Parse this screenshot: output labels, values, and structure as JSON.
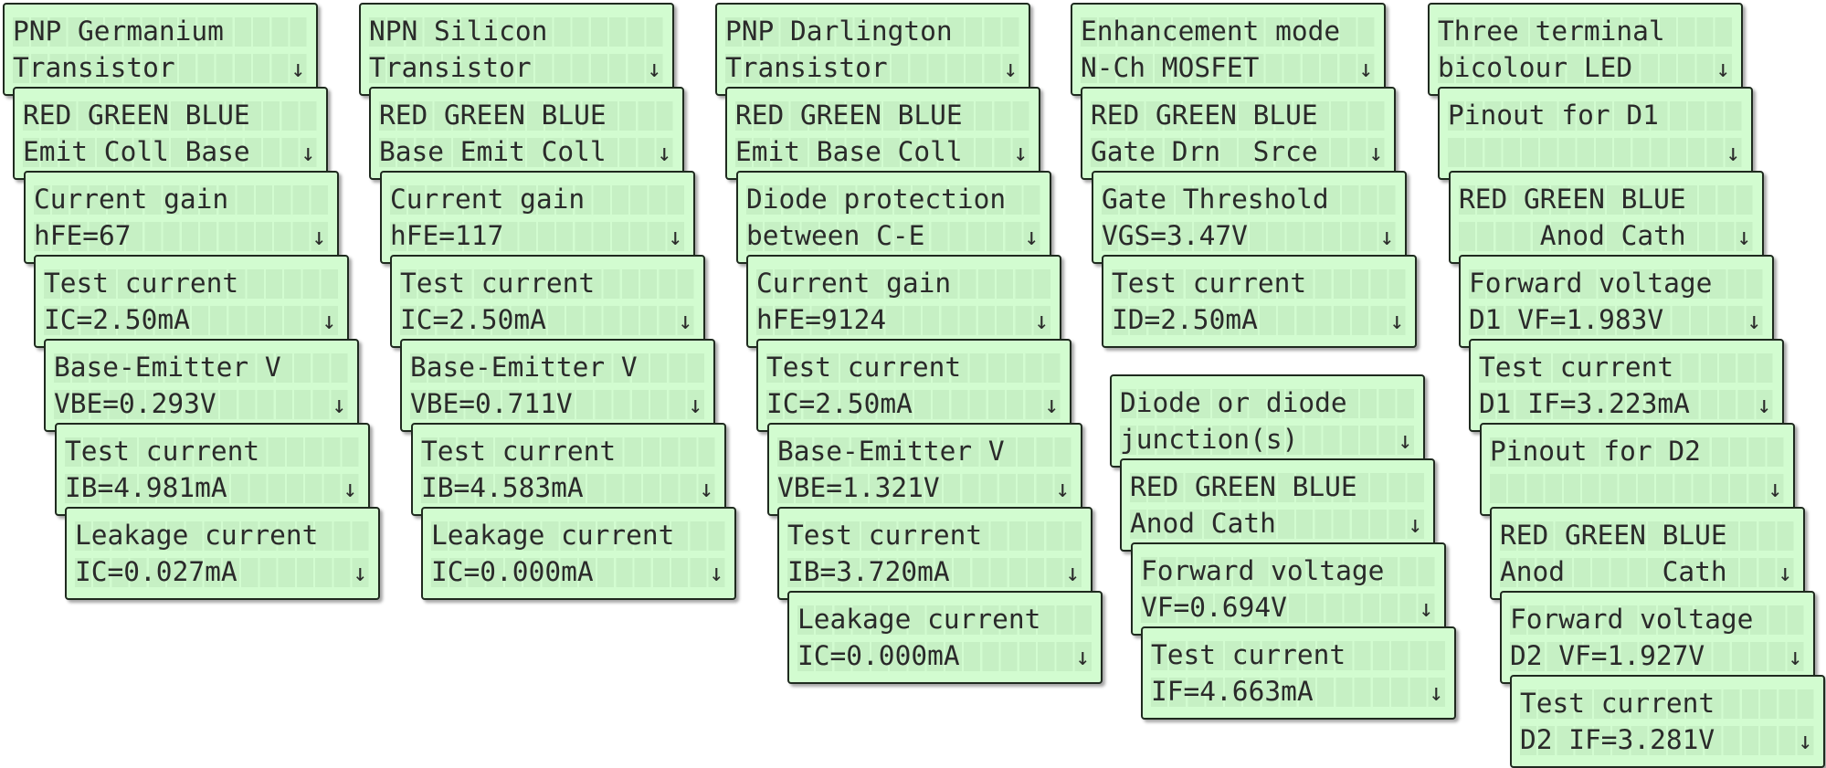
{
  "panels": [
    {
      "title": "PNP Germanium Transistor",
      "screens": [
        {
          "line1": "PNP Germanium",
          "line2": "Transistor"
        },
        {
          "line1": "RED GREEN BLUE",
          "line2": "Emit Coll Base"
        },
        {
          "line1": "Current gain",
          "line2": "hFE=67"
        },
        {
          "line1": "Test current",
          "line2": "IC=2.50mA"
        },
        {
          "line1": "Base-Emitter V",
          "line2": "VBE=0.293V"
        },
        {
          "line1": "Test current",
          "line2": "IB=4.981mA"
        },
        {
          "line1": "Leakage current",
          "line2": "IC=0.027mA"
        }
      ]
    },
    {
      "title": "NPN Silicon Transistor",
      "screens": [
        {
          "line1": "NPN Silicon",
          "line2": "Transistor"
        },
        {
          "line1": "RED GREEN BLUE",
          "line2": "Base Emit Coll"
        },
        {
          "line1": "Current gain",
          "line2": "hFE=117"
        },
        {
          "line1": "Test current",
          "line2": "IC=2.50mA"
        },
        {
          "line1": "Base-Emitter V",
          "line2": "VBE=0.711V"
        },
        {
          "line1": "Test current",
          "line2": "IB=4.583mA"
        },
        {
          "line1": "Leakage current",
          "line2": "IC=0.000mA"
        }
      ]
    },
    {
      "title": "PNP Darlington Transistor",
      "screens": [
        {
          "line1": "PNP Darlington",
          "line2": "Transistor"
        },
        {
          "line1": "RED GREEN BLUE",
          "line2": "Emit Base Coll"
        },
        {
          "line1": "Diode protection",
          "line2": "between C-E"
        },
        {
          "line1": "Current gain",
          "line2": "hFE=9124"
        },
        {
          "line1": "Test current",
          "line2": "IC=2.50mA"
        },
        {
          "line1": "Base-Emitter V",
          "line2": "VBE=1.321V"
        },
        {
          "line1": "Test current",
          "line2": "IB=3.720mA"
        },
        {
          "line1": "Leakage current",
          "line2": "IC=0.000mA"
        }
      ]
    },
    {
      "title": "Enhancement mode N-Ch MOSFET",
      "screens": [
        {
          "line1": "Enhancement mode",
          "line2": "N-Ch MOSFET"
        },
        {
          "line1": "RED GREEN BLUE",
          "line2": "Gate Drn  Srce"
        },
        {
          "line1": "Gate Threshold",
          "line2": "VGS=3.47V"
        },
        {
          "line1": "Test current",
          "line2": "ID=2.50mA"
        }
      ]
    },
    {
      "title": "Diode or diode junction(s)",
      "screens": [
        {
          "line1": "Diode or diode",
          "line2": "junction(s)"
        },
        {
          "line1": "RED GREEN BLUE",
          "line2": "Anod Cath"
        },
        {
          "line1": "Forward voltage",
          "line2": "VF=0.694V"
        },
        {
          "line1": "Test current",
          "line2": "IF=4.663mA"
        }
      ]
    },
    {
      "title": "Three terminal bicolour LED",
      "screens": [
        {
          "line1": "Three terminal",
          "line2": "bicolour LED"
        },
        {
          "line1": "Pinout for D1",
          "line2": ""
        },
        {
          "line1": "RED GREEN BLUE",
          "line2": "     Anod Cath"
        },
        {
          "line1": "Forward voltage",
          "line2": "D1 VF=1.983V"
        },
        {
          "line1": "Test current",
          "line2": "D1 IF=3.223mA"
        },
        {
          "line1": "Pinout for D2",
          "line2": ""
        },
        {
          "line1": "RED GREEN BLUE",
          "line2": "Anod      Cath"
        },
        {
          "line1": "Forward voltage",
          "line2": "D2 VF=1.927V"
        },
        {
          "line1": "Test current",
          "line2": "D2 IF=3.281V"
        }
      ]
    }
  ],
  "scroll_arrow": "↓",
  "colors": {
    "lcd_background": "#d2fcd0",
    "lcd_text": "#2a2a2a",
    "lcd_border": "#1f2a1f"
  }
}
